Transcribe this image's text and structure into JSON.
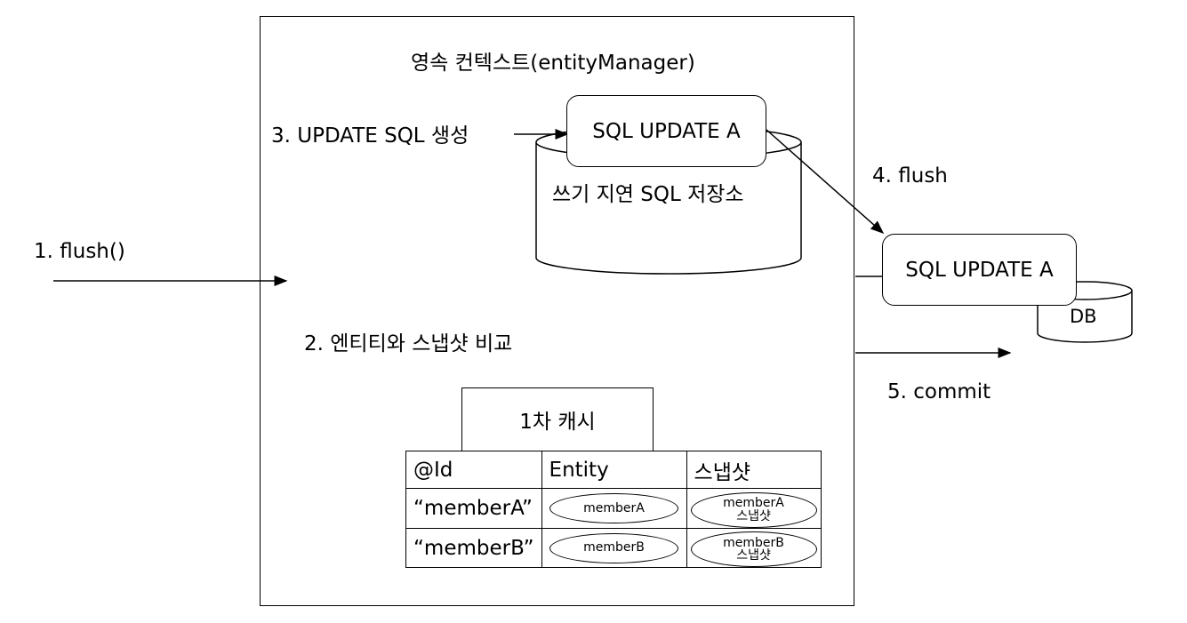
{
  "context_title": "영속 컨텍스트(entityManager)",
  "steps": {
    "flush_call": "1. flush()",
    "compare": "2. 엔티티와 스냅샷 비교",
    "create_sql": "3. UPDATE SQL 생성",
    "flush": "4. flush",
    "commit": "5. commit"
  },
  "sql_store": {
    "label": "쓰기 지연 SQL 저장소",
    "query": "SQL UPDATE A"
  },
  "db": {
    "label": "DB",
    "query": "SQL UPDATE A"
  },
  "cache": {
    "title": "1차 캐시",
    "headers": [
      "@Id",
      "Entity",
      "스냅샷"
    ],
    "rows": [
      {
        "id": "“memberA”",
        "entity": "memberA",
        "snapshot_line1": "memberA",
        "snapshot_line2": "스냅샷"
      },
      {
        "id": "“memberB”",
        "entity": "memberB",
        "snapshot_line1": "memberB",
        "snapshot_line2": "스냅샷"
      }
    ]
  }
}
